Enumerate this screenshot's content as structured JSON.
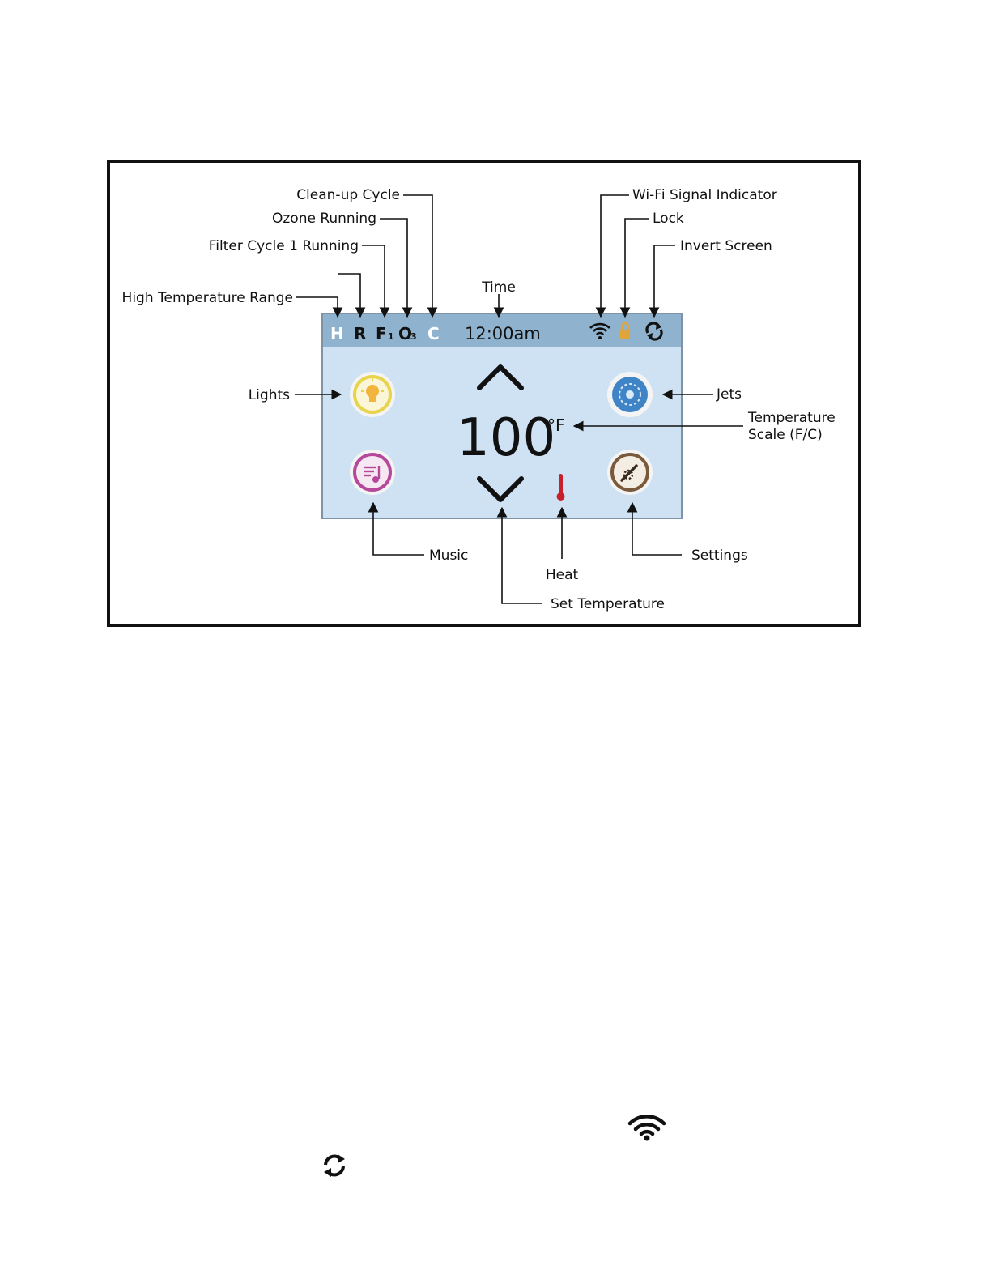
{
  "panel": {
    "status_bar": {
      "high_range": "H",
      "range": "R",
      "filter_main": "F",
      "filter_sub": "1",
      "ozone_main": "O",
      "ozone_sub": "3",
      "cleanup": "C",
      "time": "12:00am",
      "icons": [
        "wifi-icon",
        "lock-icon",
        "invert-screen-icon"
      ]
    },
    "temperature": "100",
    "scale": "°F",
    "buttons": [
      "lights-button",
      "jets-button",
      "music-button",
      "settings-button"
    ]
  },
  "callouts": {
    "cleanup_cycle": "Clean-up Cycle",
    "ozone_running": "Ozone Running",
    "filter_cycle": "Filter Cycle 1 Running",
    "high_temp_range": "High Temperature Range",
    "time": "Time",
    "wifi": "Wi-Fi Signal Indicator",
    "lock": "Lock",
    "invert_screen": "Invert Screen",
    "lights": "Lights",
    "jets": "Jets",
    "temp_scale_line1": "Temperature",
    "temp_scale_line2": "Scale (F/C)",
    "music": "Music",
    "heat": "Heat",
    "settings": "Settings",
    "set_temperature": "Set Temperature"
  },
  "colors": {
    "status_bar": "#8fb3cf",
    "screen": "#cfe2f3",
    "lights_ring": "#e8d44a",
    "jets_ring": "#3f84c7",
    "music_ring": "#b5489b",
    "settings_ring": "#7a5a3c",
    "heat": "#c8202a"
  },
  "page_icons": [
    "wifi-icon",
    "invert-screen-icon"
  ]
}
